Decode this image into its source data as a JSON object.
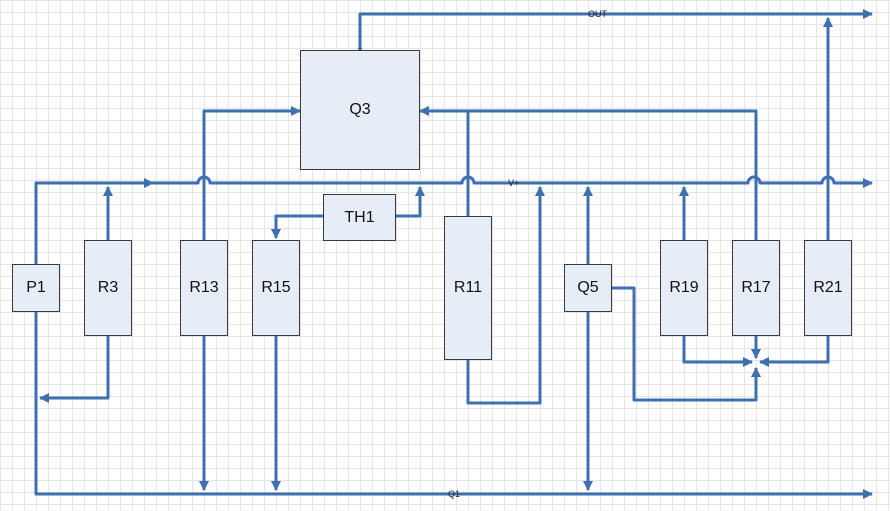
{
  "colors": {
    "wire": "#3e6fb0",
    "component_fill": "#e6edf6",
    "component_border": "#3a3a3a",
    "grid": "#e4e4e4"
  },
  "nets": {
    "out": "OUT",
    "vplus": "V+",
    "q1": "Q1"
  },
  "components": {
    "q3": "Q3",
    "th1": "TH1",
    "p1": "P1",
    "r3": "R3",
    "r13": "R13",
    "r15": "R15",
    "r11": "R11",
    "q5": "Q5",
    "r19": "R19",
    "r17": "R17",
    "r21": "R21"
  }
}
